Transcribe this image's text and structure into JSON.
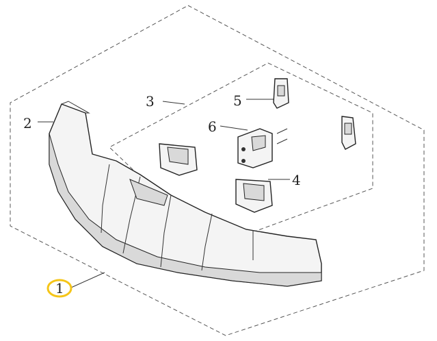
{
  "diagram": {
    "callouts": [
      {
        "id": "1",
        "label": "1",
        "highlighted": true
      },
      {
        "id": "2",
        "label": "2"
      },
      {
        "id": "3",
        "label": "3"
      },
      {
        "id": "4",
        "label": "4"
      },
      {
        "id": "5",
        "label": "5"
      },
      {
        "id": "6",
        "label": "6"
      }
    ],
    "highlight_color": "#F5C518"
  }
}
